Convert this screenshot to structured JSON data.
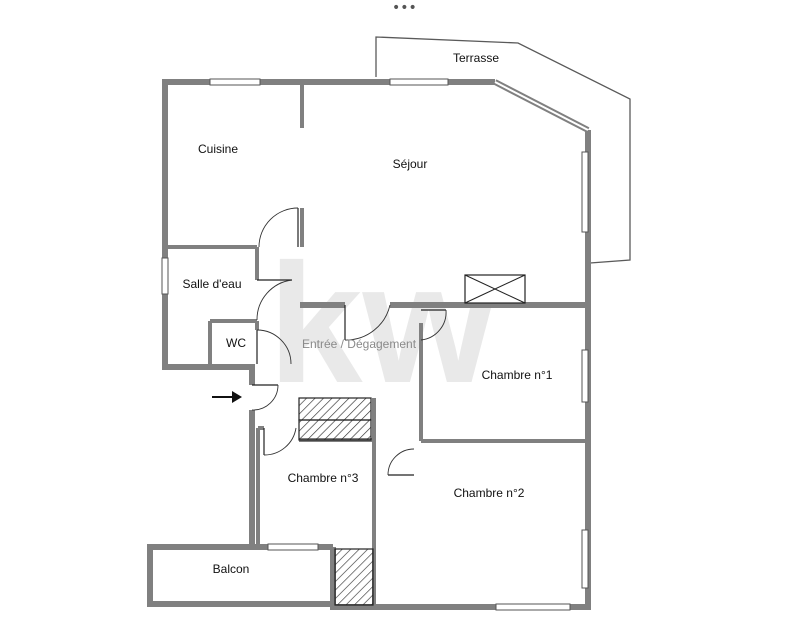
{
  "header": {
    "menu_dots": "•••"
  },
  "watermark": {
    "text": "kw"
  },
  "rooms": {
    "terrace": "Terrasse",
    "kitchen": "Cuisine",
    "living": "Séjour",
    "shower_room": "Salle d'eau",
    "wc": "WC",
    "entrance": "Entrée / Dégagement",
    "bedroom1": "Chambre n°1",
    "bedroom2": "Chambre n°2",
    "bedroom3": "Chambre n°3",
    "balcony": "Balcon"
  },
  "colors": {
    "wall": "#808080",
    "line": "#222222",
    "text": "#111111",
    "entrance_text": "#8a8a8a"
  }
}
